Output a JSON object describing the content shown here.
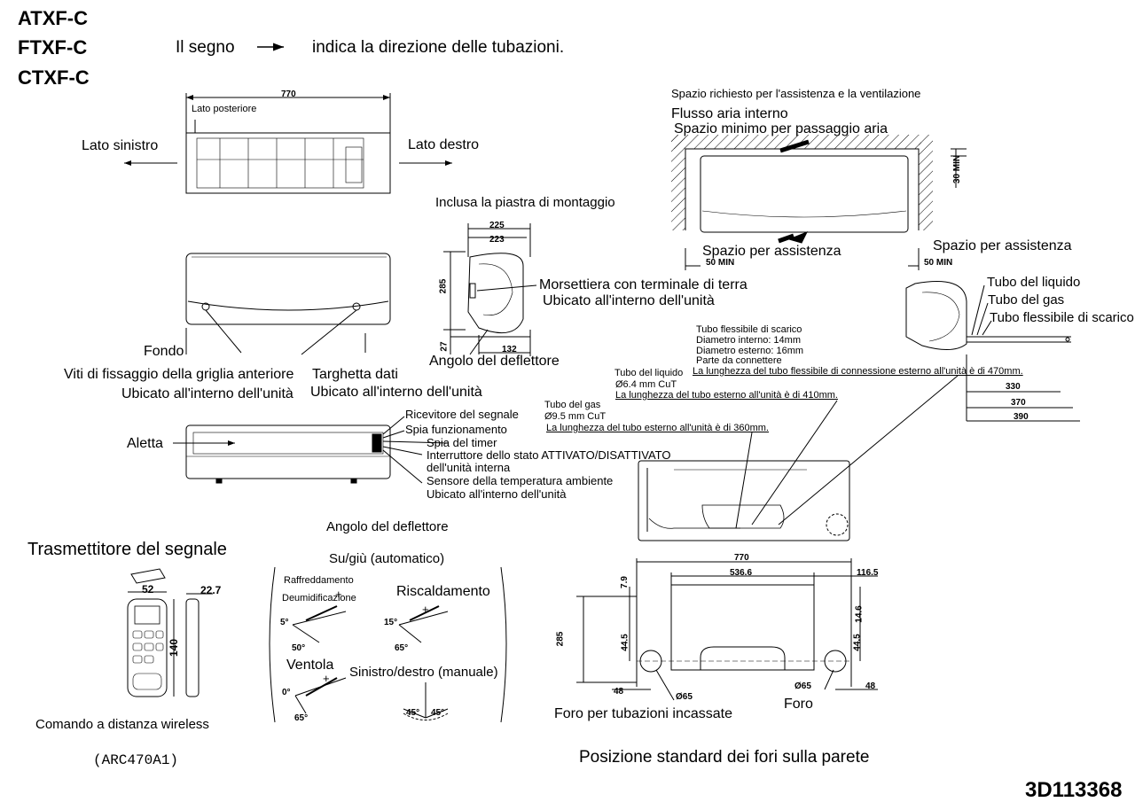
{
  "models": [
    "ATXF-C",
    "FTXF-C",
    "CTXF-C"
  ],
  "legend": {
    "text_before": "Il segno",
    "text_after": "indica la direzione delle tubazioni."
  },
  "top_view": {
    "width": "770",
    "rear": "Lato posteriore",
    "left": "Lato sinistro",
    "right": "Lato destro"
  },
  "front_view": {
    "bottom": "Fondo",
    "screws": "Viti di fissaggio della griglia anteriore",
    "screws_loc": "Ubicato all'interno dell'unità",
    "nameplate": "Targhetta dati",
    "nameplate_loc": "Ubicato all'interno dell'unità"
  },
  "side_view": {
    "plate": "Inclusa la piastra di montaggio",
    "d225": "225",
    "d223": "223",
    "d285": "285",
    "d27": "27",
    "d132": "132",
    "terminal": "Morsettiera con terminale di terra",
    "terminal_loc": "Ubicato all'interno dell'unità",
    "flap": "Angolo del deflettore"
  },
  "bottom_view": {
    "flap": "Aletta",
    "receiver": "Ricevitore del segnale",
    "run": "Spia funzionamento",
    "timer": "Spia del timer",
    "switch1": "Interruttore dello stato ATTIVATO/DISATTIVATO",
    "switch2": "dell'unità interna",
    "sensor": "Sensore della temperatura ambiente",
    "sensor_loc": "Ubicato all'interno dell'unità"
  },
  "service": {
    "title": "Spazio richiesto per l'assistenza e la ventilazione",
    "flow": "Flusso aria interno",
    "min": "Spazio minimo per passaggio aria",
    "d30": "30 MIN",
    "left_space": "Spazio per assistenza",
    "right_space": "Spazio per assistenza",
    "d50a": "50 MIN",
    "d50b": "50 MIN"
  },
  "pipes": {
    "liquid": "Tubo del liquido",
    "gas": "Tubo del gas",
    "drain": "Tubo flessibile di scarico",
    "d330": "330",
    "d370": "370",
    "d390": "390"
  },
  "hose": {
    "title": "Tubo flessibile di scarico",
    "inner": "Diametro interno: 14mm",
    "outer": "Diametro esterno: 16mm",
    "connect": "Parte da connettere",
    "length": "La lunghezza del tubo flessibile di connessione esterno all'unità è di 470mm."
  },
  "liquid_pipe": {
    "title": "Tubo del liquido",
    "dia": "Ø6.4 mm CuT",
    "length": "La lunghezza del tubo esterno all'unità è di 410mm."
  },
  "gas_pipe": {
    "title": "Tubo del gas",
    "dia": "Ø9.5 mm CuT",
    "length": "La lunghezza del tubo esterno all'unità è di 360mm."
  },
  "flap_angles": {
    "title": "Angolo del deflettore",
    "updown": "Su/giù (automatico)",
    "cool": "Raffreddamento",
    "dry": "Deumidificazione",
    "heat": "Riscaldamento",
    "fan": "Ventola",
    "lr": "Sinistro/destro (manuale)",
    "a5": "5°",
    "a50": "50°",
    "a15": "15°",
    "a65a": "65°",
    "a0": "0°",
    "a65b": "65°",
    "a45l": "45°",
    "a45r": "45°",
    "plus": "+"
  },
  "remote": {
    "title": "Trasmettitore del segnale",
    "w": "52",
    "d": "22.7",
    "h": "140",
    "caption": "Comando a distanza wireless",
    "model": "(ARC470A1)"
  },
  "wall": {
    "w770": "770",
    "w5366": "536.6",
    "w1165": "116.5",
    "h79": "7.9",
    "h285": "285",
    "h445a": "44.5",
    "h146": "14.6",
    "h445b": "44.5",
    "d48a": "48",
    "d48b": "48",
    "dia_a": "Ø65",
    "dia_b": "Ø65",
    "hole_recessed": "Foro per tubazioni incassate",
    "hole": "Foro",
    "caption": "Posizione standard dei fori sulla parete"
  },
  "doc_code": "3D113368"
}
